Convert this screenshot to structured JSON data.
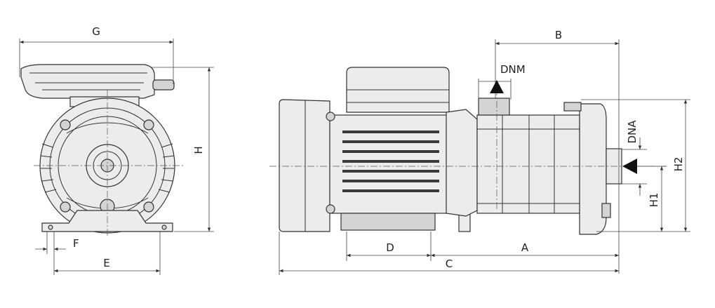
{
  "dimensions": {
    "G": "G",
    "H": "H",
    "F": "F",
    "E": "E",
    "B": "B",
    "DNM": "DNM",
    "DNA": "DNA",
    "H2": "H2",
    "H1": "H1",
    "D": "D",
    "A": "A",
    "C": "C"
  },
  "colors": {
    "line": "#333333",
    "fill": "#ececec",
    "shade": "#d4d4d4",
    "dark": "#3a3a3a"
  }
}
